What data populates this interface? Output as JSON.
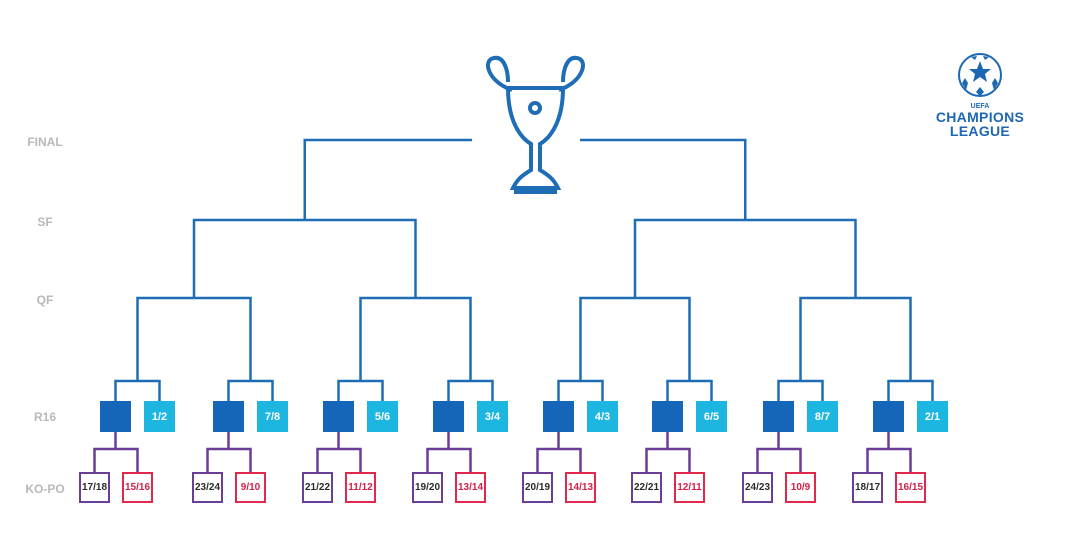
{
  "rounds": {
    "final": "FINAL",
    "sf": "SF",
    "qf": "QF",
    "r16": "R16",
    "kopo": "KO-PO"
  },
  "r16_seeds": [
    "1/2",
    "7/8",
    "5/6",
    "3/4",
    "4/3",
    "6/5",
    "8/7",
    "2/1"
  ],
  "kopo_pairs": [
    [
      "17/18",
      "15/16"
    ],
    [
      "23/24",
      "9/10"
    ],
    [
      "21/22",
      "11/12"
    ],
    [
      "19/20",
      "13/14"
    ],
    [
      "20/19",
      "14/13"
    ],
    [
      "22/21",
      "12/11"
    ],
    [
      "24/23",
      "10/9"
    ],
    [
      "18/17",
      "16/15"
    ]
  ],
  "logo": {
    "uefa": "UEFA",
    "line1": "CHAMPIONS",
    "line2": "LEAGUE"
  },
  "colors": {
    "bracket": "#1f6db5",
    "kopo_line": "#6a3d96",
    "dark": "#1565b8",
    "cyan": "#1cb6e0",
    "red": "#e3284e"
  }
}
